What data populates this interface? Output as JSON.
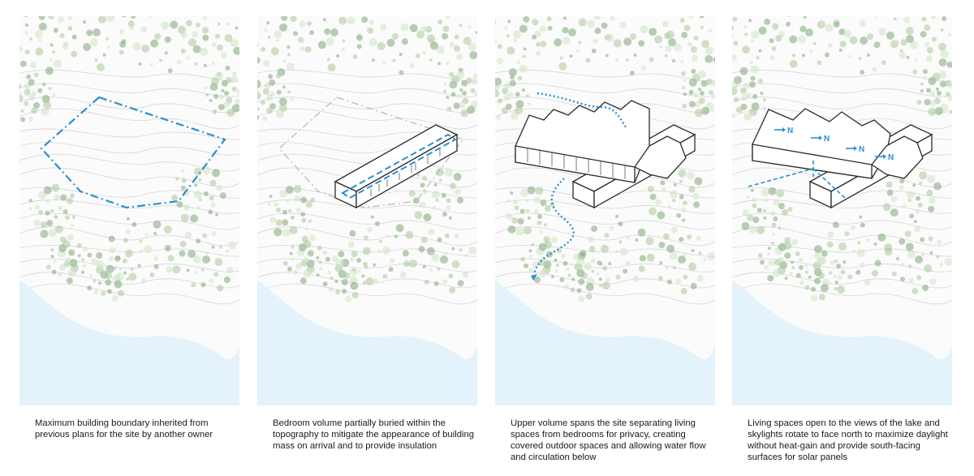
{
  "panels": [
    {
      "caption": "Maximum building boundary inherited from previous plans for the site by another owner"
    },
    {
      "caption": "Bedroom volume partially buried within the topography to mitigate the appearance of building mass on arrival and to provide insulation"
    },
    {
      "caption": "Upper volume spans the site separating living spaces from bedrooms for privacy, creating covered outdoor spaces and allowing water flow and circulation below"
    },
    {
      "caption": "Living spaces open to the views of the lake and skylights rotate to face north to maximize daylight without heat-gain and provide south-facing surfaces for solar panels"
    }
  ],
  "north_marker": "N",
  "colors": {
    "lake": "#e3f2fb",
    "contour": "#d6d6d6",
    "tree_light": "#cfe3c4",
    "tree_mid": "#a9c99a",
    "tree_dark": "#7fa879",
    "boundary": "#2b8fd0",
    "building": "#2a2a2a"
  }
}
